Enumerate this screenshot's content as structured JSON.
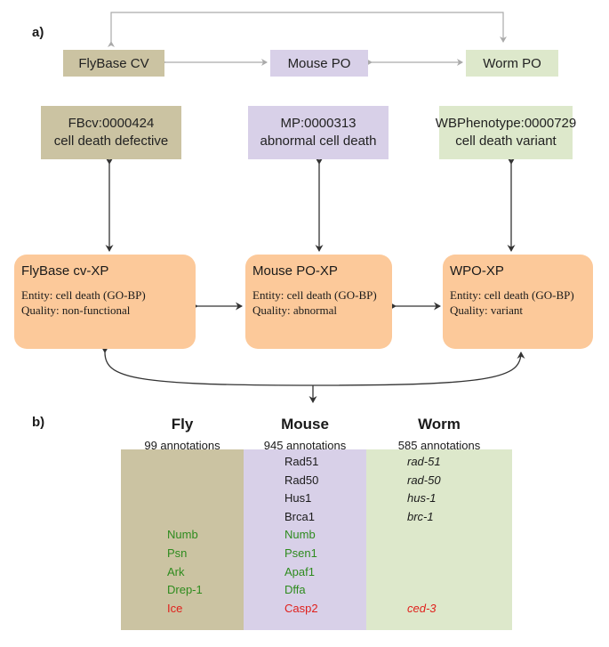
{
  "panel_a": {
    "label": "a)"
  },
  "panel_b": {
    "label": "b)"
  },
  "ontologies": [
    {
      "name": "FlyBase CV",
      "color": "#cbc3a2"
    },
    {
      "name": "Mouse PO",
      "color": "#d8d0e8"
    },
    {
      "name": "Worm PO",
      "color": "#dde8cb"
    }
  ],
  "terms": [
    {
      "id": "FBcv:0000424",
      "label": "cell death defective"
    },
    {
      "id": "MP:0000313",
      "label": "abnormal cell death"
    },
    {
      "id": "WBPhenotype:0000729",
      "label": "cell death variant"
    }
  ],
  "xp": [
    {
      "title": "FlyBase cv-XP",
      "entity": "Entity: cell death (GO-BP)",
      "quality": "Quality: non-functional"
    },
    {
      "title": "Mouse PO-XP",
      "entity": "Entity: cell death (GO-BP)",
      "quality": "Quality: abnormal"
    },
    {
      "title": "WPO-XP",
      "entity": "Entity: cell death (GO-BP)",
      "quality": "Quality: variant"
    }
  ],
  "species": [
    {
      "name": "Fly",
      "count": "99 annotations"
    },
    {
      "name": "Mouse",
      "count": "945 annotations"
    },
    {
      "name": "Worm",
      "count": "585 annotations"
    }
  ],
  "colors": {
    "black": "#1a1a1a",
    "green": "#2e8b1e",
    "red": "#e0201c",
    "xp_fill": "#fcc99a",
    "fly_col": "#cbc3a2",
    "mouse_col": "#d8d0e8",
    "worm_col": "#dde8cb"
  },
  "genes": {
    "fly": [
      "",
      "",
      "",
      "",
      "Numb",
      "Psn",
      "Ark",
      "Drep-1",
      "Ice"
    ],
    "mouse": [
      "Rad51",
      "Rad50",
      "Hus1",
      "Brca1",
      "Numb",
      "Psen1",
      "Apaf1",
      "Dffa",
      "Casp2"
    ],
    "worm": [
      "rad-51",
      "rad-50",
      "hus-1",
      "brc-1",
      "",
      "",
      "",
      "",
      "ced-3"
    ],
    "row_colors": [
      "black",
      "black",
      "black",
      "black",
      "green",
      "green",
      "green",
      "green",
      "red"
    ]
  }
}
